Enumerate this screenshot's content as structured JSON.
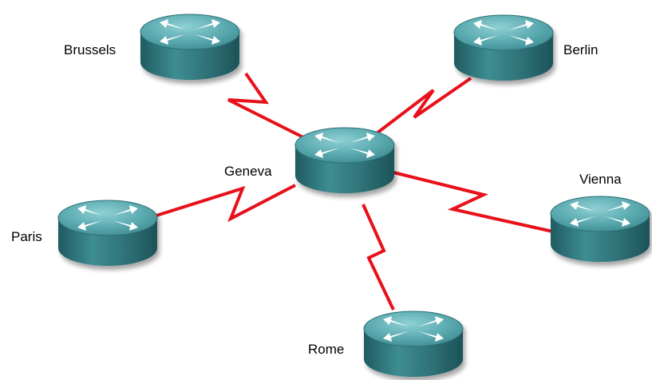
{
  "diagram": {
    "type": "star-topology",
    "hub": "Geneva",
    "routers": [
      {
        "id": "geneva",
        "label": "Geneva",
        "icon": "router-icon"
      },
      {
        "id": "brussels",
        "label": "Brussels",
        "icon": "router-icon"
      },
      {
        "id": "berlin",
        "label": "Berlin",
        "icon": "router-icon"
      },
      {
        "id": "paris",
        "label": "Paris",
        "icon": "router-icon"
      },
      {
        "id": "vienna",
        "label": "Vienna",
        "icon": "router-icon"
      },
      {
        "id": "rome",
        "label": "Rome",
        "icon": "router-icon"
      }
    ],
    "links": [
      {
        "from": "geneva",
        "to": "brussels",
        "style": "serial-wan-link"
      },
      {
        "from": "geneva",
        "to": "berlin",
        "style": "serial-wan-link"
      },
      {
        "from": "geneva",
        "to": "paris",
        "style": "serial-wan-link"
      },
      {
        "from": "geneva",
        "to": "vienna",
        "style": "serial-wan-link"
      },
      {
        "from": "geneva",
        "to": "rome",
        "style": "serial-wan-link"
      }
    ],
    "colors": {
      "link": "#e8101a",
      "router_top": "#4d9ea4",
      "router_side": "#2f7479",
      "arrow": "#ffffff",
      "label": "#000000"
    }
  }
}
